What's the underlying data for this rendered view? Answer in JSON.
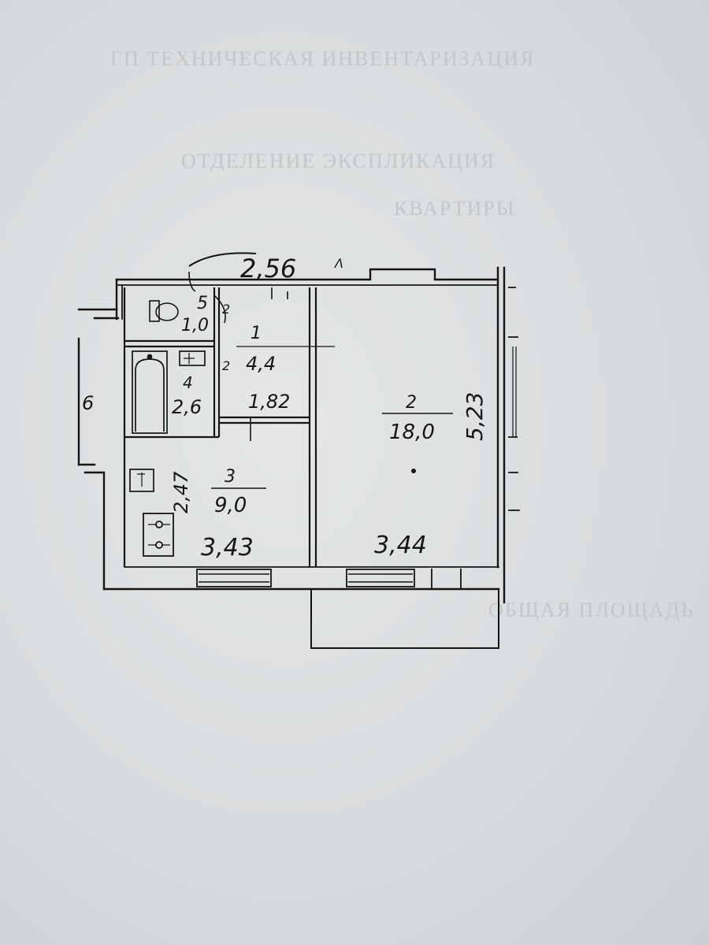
{
  "plan": {
    "top_dimension": "2,56",
    "top_struck_mark": "",
    "rooms": [
      {
        "id": "5",
        "number": "5",
        "area": "1,0"
      },
      {
        "id": "4",
        "number": "4",
        "area": "2,6"
      },
      {
        "id": "1",
        "number": "1",
        "area": "4,4",
        "dimension": "1,82"
      },
      {
        "id": "2",
        "number": "2",
        "area": "18,0",
        "dimension_right": "5,23",
        "dimension_bottom": "3,44"
      },
      {
        "id": "3",
        "number": "3",
        "area": "9,0",
        "dimension_left": "2,47",
        "dimension_bottom": "3,43"
      }
    ],
    "side_labels": {
      "left_figure": "6",
      "corner_symbol": "Λ",
      "wc_small": "2",
      "corridor_small": "2"
    }
  }
}
